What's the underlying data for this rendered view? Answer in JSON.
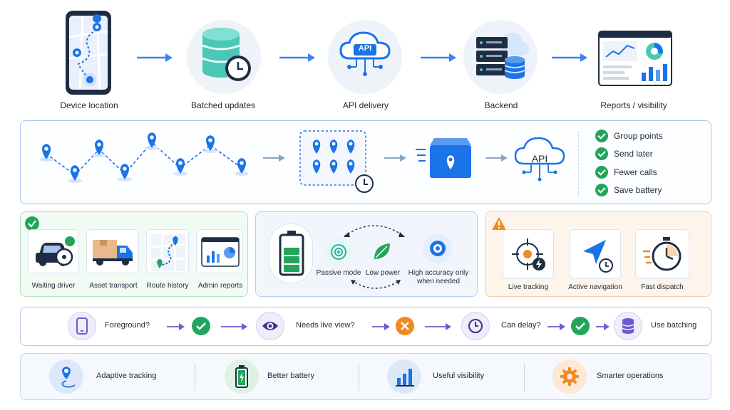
{
  "pipeline": {
    "steps": [
      {
        "label": "Device location"
      },
      {
        "label": "Batched updates"
      },
      {
        "label": "API delivery"
      },
      {
        "label": "Backend"
      },
      {
        "label": "Reports / visibility"
      }
    ],
    "api_badge": "API"
  },
  "batching": {
    "api_badge": "API",
    "benefits": [
      "Group points",
      "Send later",
      "Fewer calls",
      "Save battery"
    ]
  },
  "use_cases": {
    "low_need": [
      "Waiting driver",
      "Asset transport",
      "Route history",
      "Admin reports"
    ],
    "modes": {
      "passive": "Passive mode",
      "low_power": "Low power",
      "high_accuracy": "High accuracy only when needed"
    },
    "high_need": [
      "Live tracking",
      "Active navigation",
      "Fast dispatch"
    ]
  },
  "decision_flow": {
    "steps": [
      "Foreground?",
      "Needs live view?",
      "Can delay?",
      "Use batching"
    ]
  },
  "outcomes": [
    "Adaptive tracking",
    "Better battery",
    "Useful visibility",
    "Smarter operations"
  ],
  "colors": {
    "accent_blue": "#1a73e8",
    "arrow_blue": "#3b82f6",
    "green": "#22a55b",
    "orange": "#f08a24",
    "purple": "#6b5bd2"
  }
}
